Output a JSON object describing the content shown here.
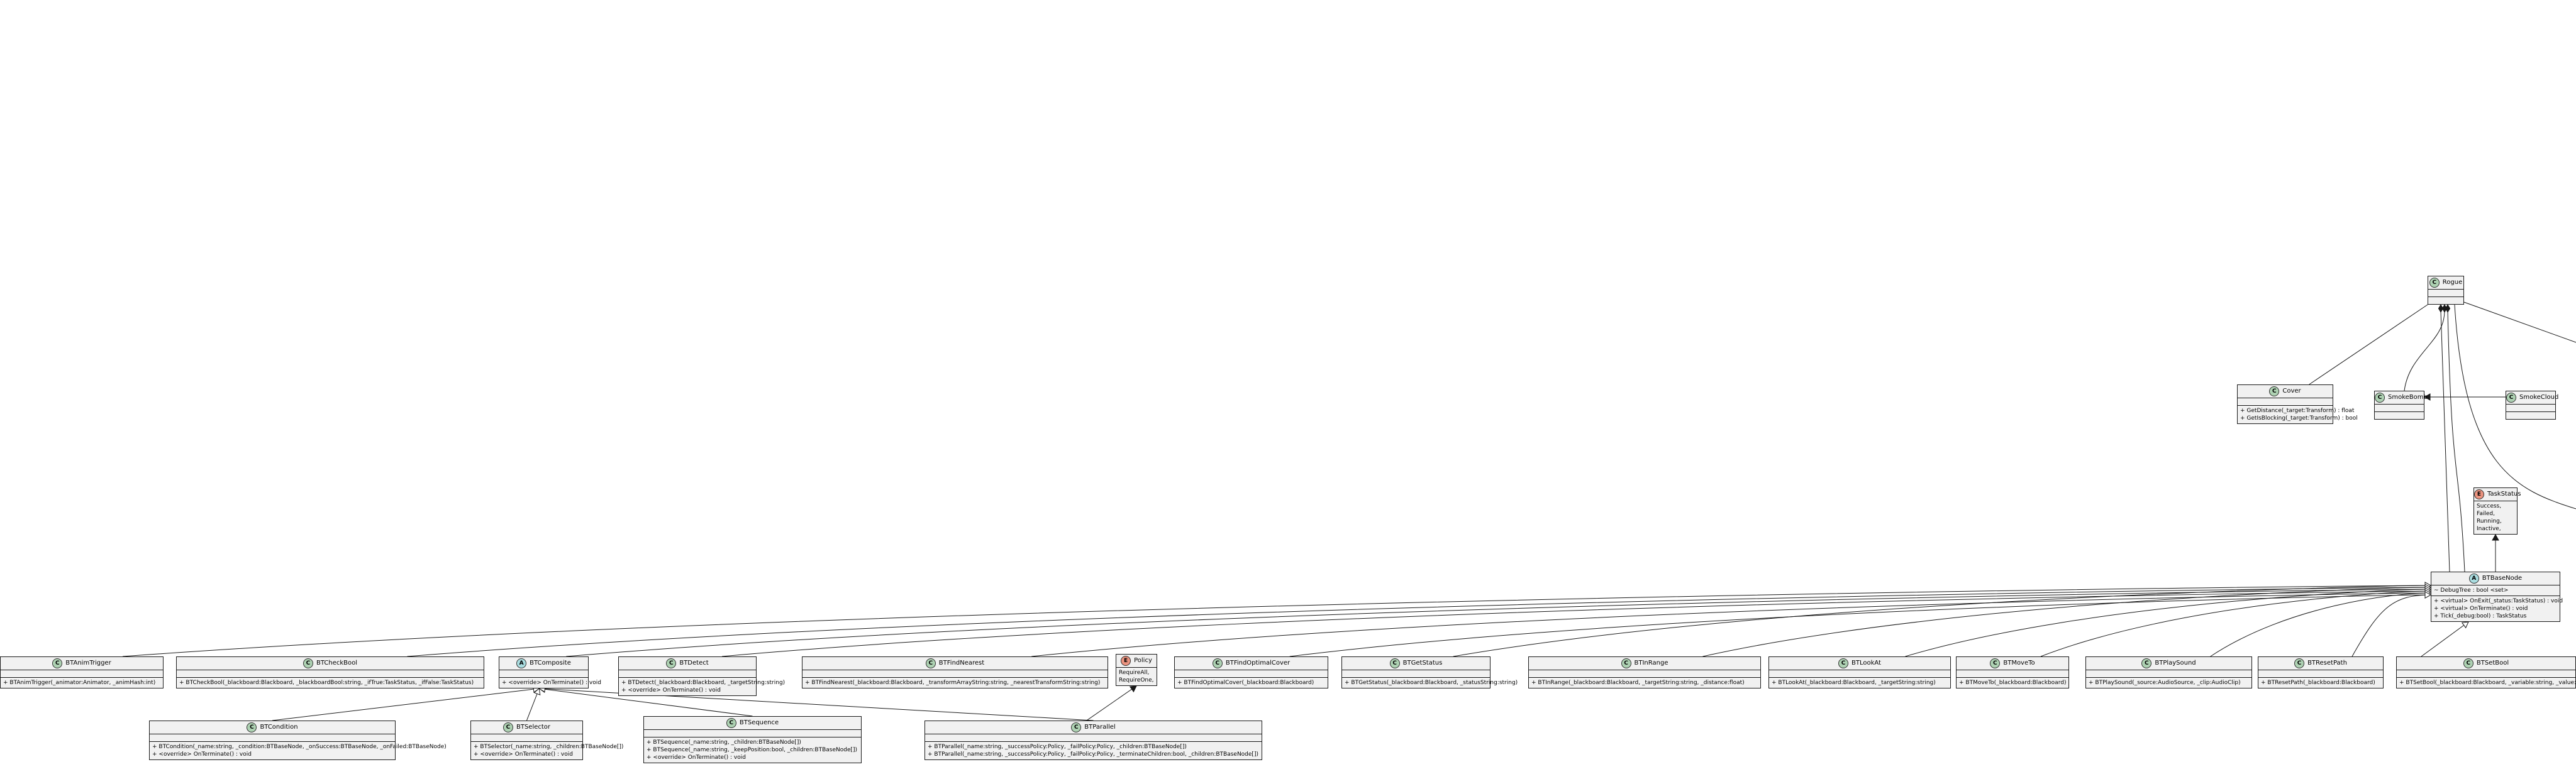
{
  "classes": {
    "rogue": {
      "name": "Rogue",
      "stereo": "C",
      "members": []
    },
    "cover": {
      "name": "Cover",
      "stereo": "C",
      "fields": [],
      "methods": [
        "+ GetDistance(_target:Transform) : float",
        "+ GetIsBlocking(_target:Transform) : bool"
      ]
    },
    "smokebomb": {
      "name": "SmokeBomb",
      "stereo": "C"
    },
    "smokecloud": {
      "name": "SmokeCloud",
      "stereo": "C"
    },
    "taskstatus": {
      "name": "TaskStatus",
      "stereo": "E",
      "values": [
        "Success,",
        "Failed,",
        "Running,",
        "Inactive,"
      ]
    },
    "btbasenode": {
      "name": "BTBaseNode",
      "stereo": "A",
      "fields": [
        "~ DebugTree : bool <set>"
      ],
      "methods": [
        "+ <virtual> OnExit(_status:TaskStatus) : void",
        "+ <virtual> OnTerminate() : void",
        "+ Tick(_debug:bool) : TaskStatus"
      ]
    },
    "btanimtrigger": {
      "name": "BTAnimTrigger",
      "stereo": "C",
      "methods": [
        "+ BTAnimTrigger(_animator:Animator, _animHash:int)"
      ]
    },
    "btcheckbool": {
      "name": "BTCheckBool",
      "stereo": "C",
      "methods": [
        "+ BTCheckBool(_blackboard:Blackboard, _blackboardBool:string, _ifTrue:TaskStatus, _ifFalse:TaskStatus)"
      ]
    },
    "btcomposite": {
      "name": "BTComposite",
      "stereo": "A",
      "methods": [
        "+ <override> OnTerminate() : void"
      ]
    },
    "btdetect": {
      "name": "BTDetect",
      "stereo": "C",
      "methods": [
        "+ BTDetect(_blackboard:Blackboard, _targetString:string)",
        "+ <override> OnTerminate() : void"
      ]
    },
    "btfindnearest": {
      "name": "BTFindNearest",
      "stereo": "C",
      "methods": [
        "+ BTFindNearest(_blackboard:Blackboard, _transformArrayString:string, _nearestTransformString:string)"
      ]
    },
    "policy": {
      "name": "Policy",
      "stereo": "E",
      "values": [
        "RequireAll,",
        "RequireOne,"
      ]
    },
    "btfindoptimalcover": {
      "name": "BTFindOptimalCover",
      "stereo": "C",
      "methods": [
        "+ BTFindOptimalCover(_blackboard:Blackboard)"
      ]
    },
    "btgetstatus": {
      "name": "BTGetStatus",
      "stereo": "C",
      "methods": [
        "+ BTGetStatus(_blackboard:Blackboard, _statusString:string)"
      ]
    },
    "btinrange": {
      "name": "BTInRange",
      "stereo": "C",
      "methods": [
        "+ BTInRange(_blackboard:Blackboard, _targetString:string, _distance:float)"
      ]
    },
    "btlookat": {
      "name": "BTLookAt",
      "stereo": "C",
      "methods": [
        "+ BTLookAt(_blackboard:Blackboard, _targetString:string)"
      ]
    },
    "btmoveto": {
      "name": "BTMoveTo",
      "stereo": "C",
      "methods": [
        "+ BTMoveTo(_blackboard:Blackboard)"
      ]
    },
    "btplaysound": {
      "name": "BTPlaySound",
      "stereo": "C",
      "methods": [
        "+ BTPlaySound(_source:AudioSource, _clip:AudioClip)"
      ]
    },
    "btresetpath": {
      "name": "BTResetPath",
      "stereo": "C",
      "methods": [
        "+ BTResetPath(_blackboard:Blackboard)"
      ]
    },
    "btsetbool": {
      "name": "BTSetBool",
      "stereo": "C",
      "methods": [
        "+ BTSetBool(_blackboard:Blackboard, _variable:string, _value:bool)"
      ]
    },
    "btcondition": {
      "name": "BTCondition",
      "stereo": "C",
      "methods": [
        "+ BTCondition(_name:string, _condition:BTBaseNode, _onSuccess:BTBaseNode, _onFailed:BTBaseNode)",
        "+ <override> OnTerminate() : void"
      ]
    },
    "btselector": {
      "name": "BTSelector",
      "stereo": "C",
      "methods": [
        "+ BTSelector(_name:string, _children:BTBaseNode[])",
        "+ <override> OnTerminate() : void"
      ]
    },
    "btsequence": {
      "name": "BTSequence",
      "stereo": "C",
      "methods": [
        "+ BTSequence(_name:string, _children:BTBaseNode[])",
        "+ BTSequence(_name:string, _keepPosition:bool, _children:BTBaseNode[])",
        "+ <override> OnTerminate() : void"
      ]
    },
    "btparallel": {
      "name": "BTParallel",
      "stereo": "C",
      "methods": [
        "+ BTParallel(_name:string, _successPolicy:Policy, _failPolicy:Policy, _children:BTBaseNode[])",
        "+ BTParallel(_name:string, _successPolicy:Policy, _failPolicy:Policy, _terminateChildren:bool, _children:BTBaseNode[])"
      ]
    }
  },
  "colors": {
    "class_circle": "#add1b2",
    "abstract_circle": "#a9dcdf",
    "enum_circle": "#eb937f",
    "box_fill": "#f1f1f1",
    "line": "#181818"
  }
}
